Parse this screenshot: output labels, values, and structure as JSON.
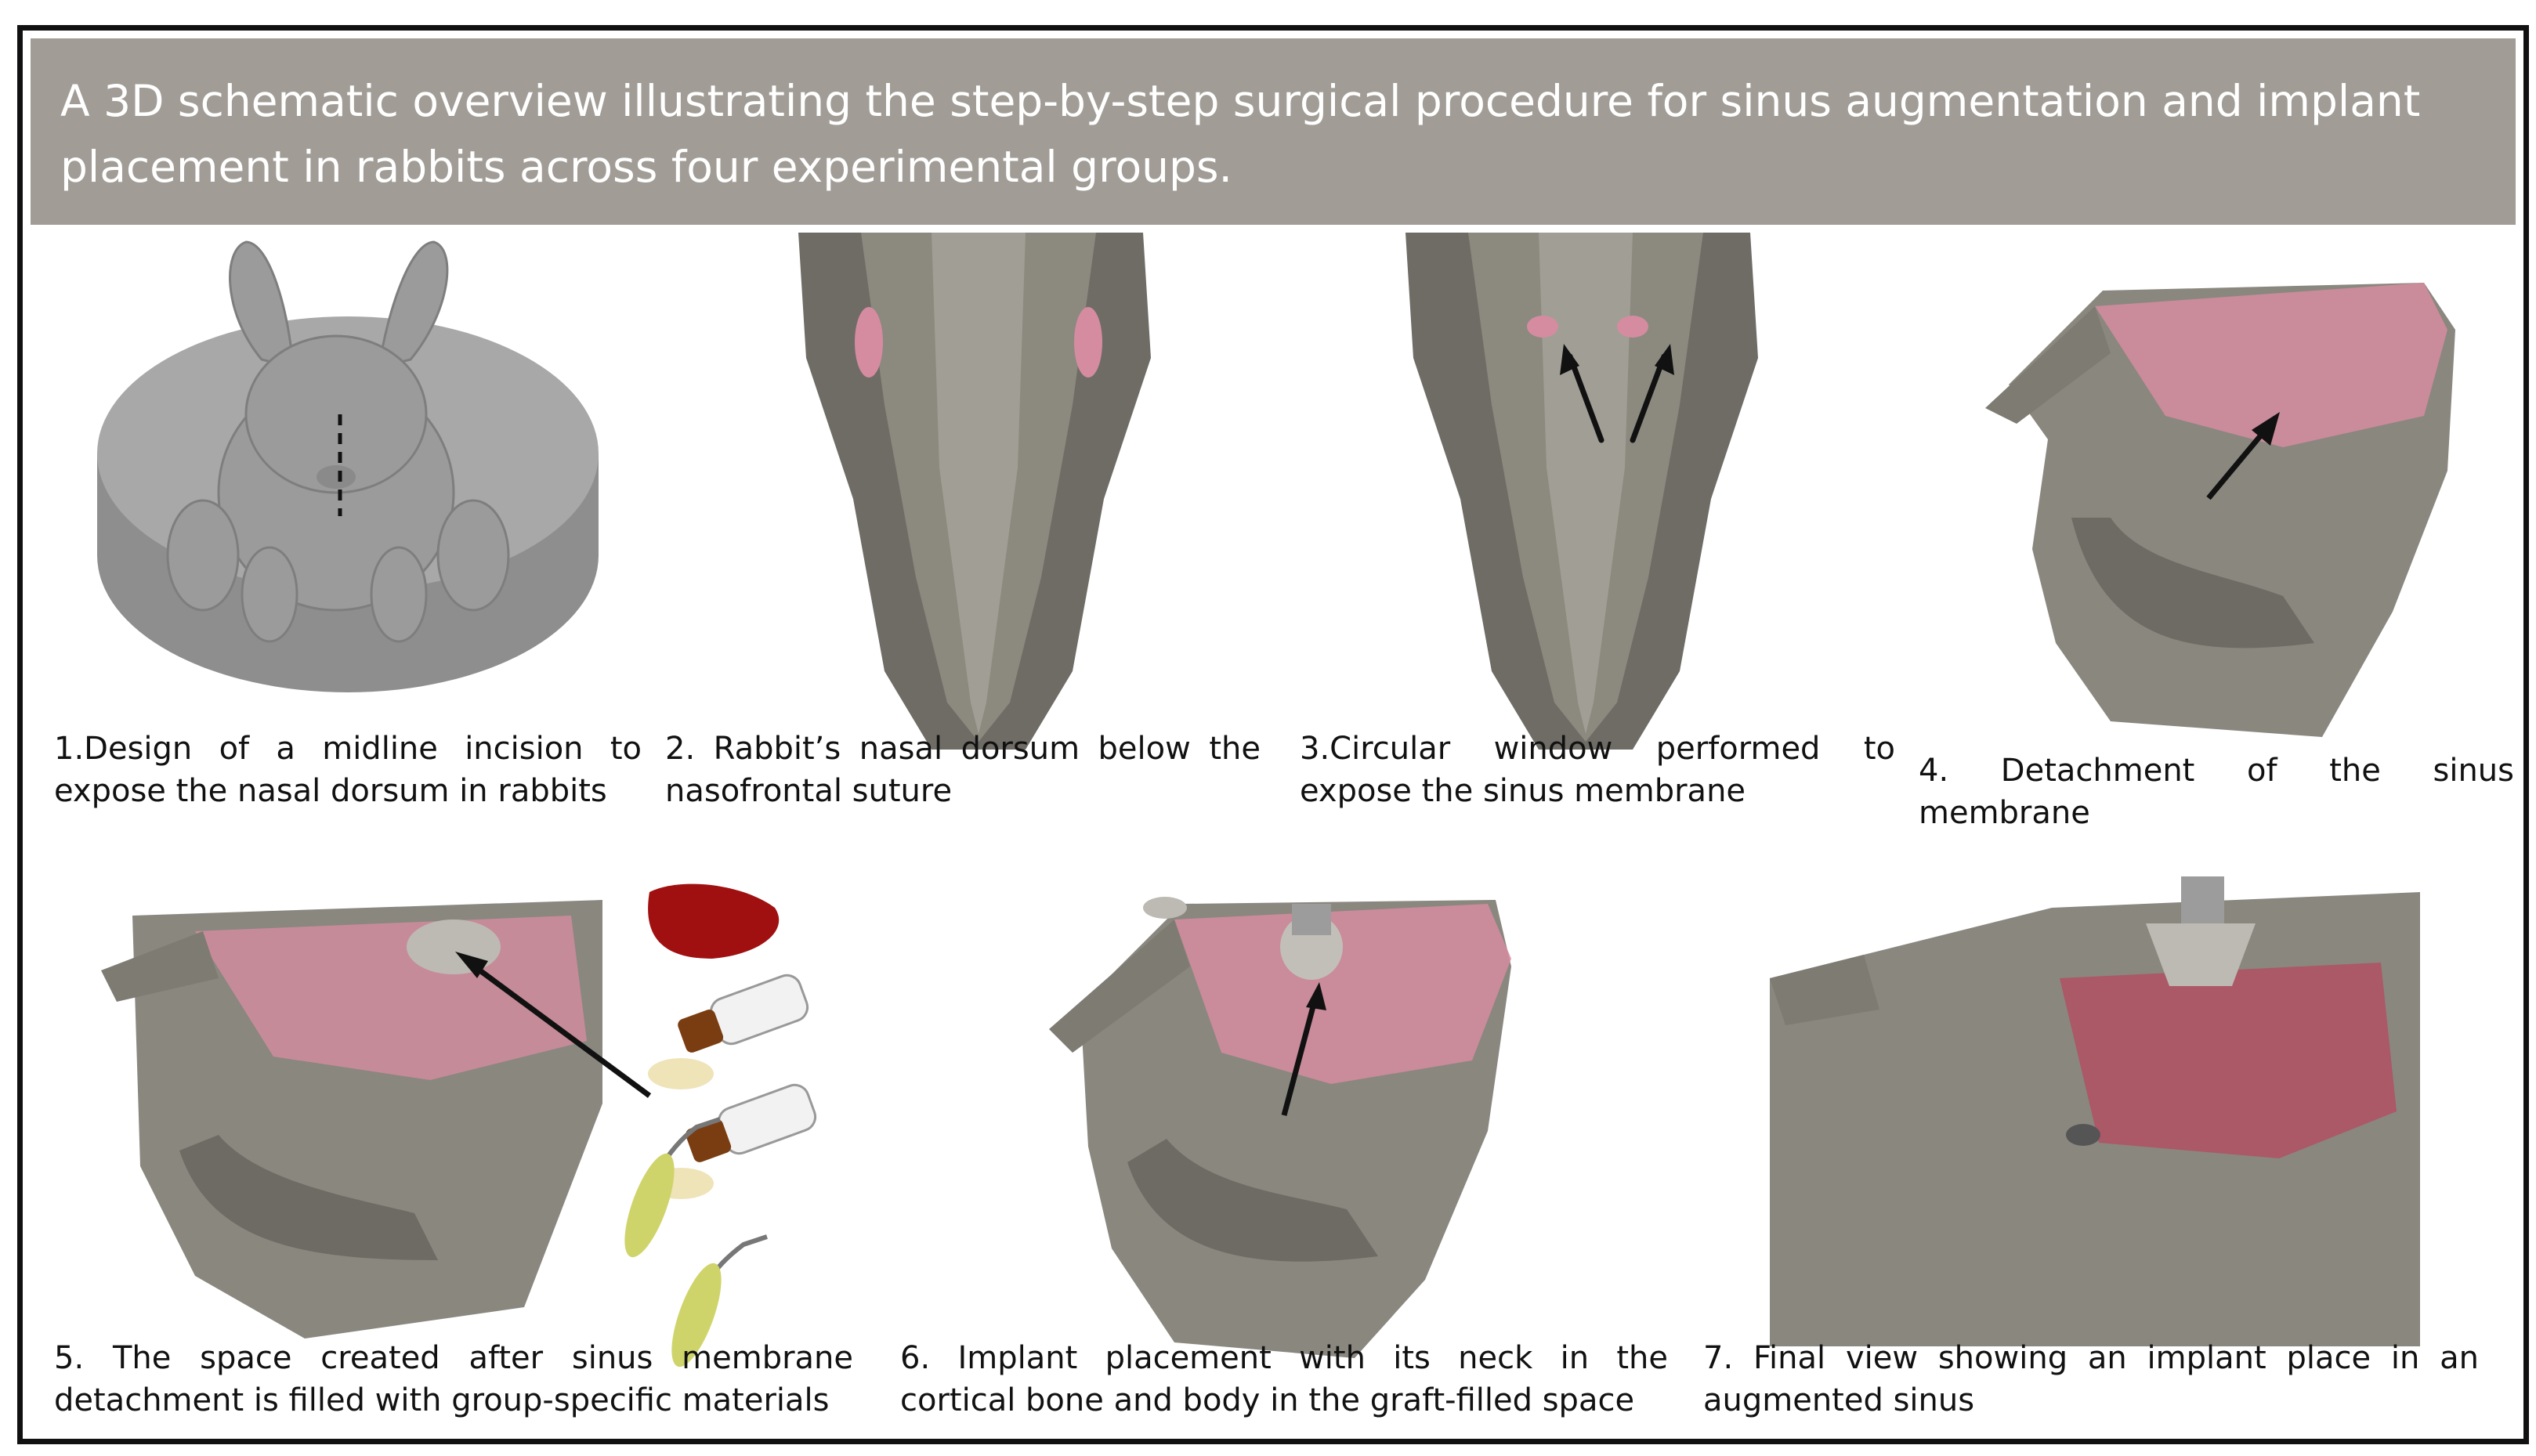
{
  "header": {
    "title": "A 3D schematic overview illustrating the step-by-step surgical procedure for sinus augmentation and implant placement in rabbits across four experimental groups."
  },
  "steps": [
    {
      "caption": "1.Design of a midline incision to expose the nasal dorsum in rabbits"
    },
    {
      "caption": "2. Rabbit’s nasal dorsum below the nasofrontal suture"
    },
    {
      "caption": "3.Circular window performed to expose the sinus membrane"
    },
    {
      "caption": "4. Detachment of the sinus membrane"
    },
    {
      "caption": "5. The space created after sinus membrane detachment is filled with group-specific materials"
    },
    {
      "caption": "6. Implant placement with its neck in the cortical bone and body in the graft-filled space"
    },
    {
      "caption": "7. Final view showing an implant place in an augmented sinus"
    }
  ],
  "colors": {
    "header_bg": "#a19d96",
    "bone": "#8a877f",
    "membrane": "#d58ca0",
    "blood": "#a01010",
    "graft": "#efe3b8"
  }
}
